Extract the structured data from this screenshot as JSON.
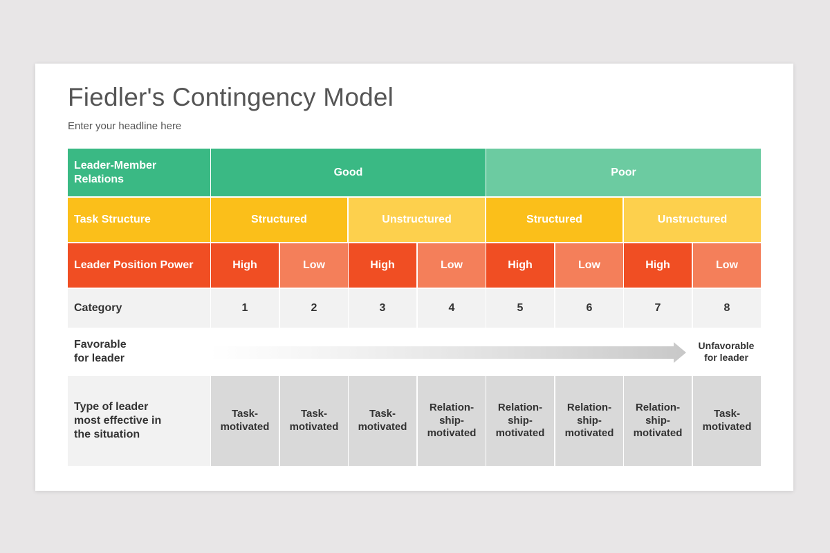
{
  "title": "Fiedler's Contingency Model",
  "subtitle": "Enter your headline here",
  "rows": {
    "relations": {
      "label": "Leader-Member Relations",
      "good": "Good",
      "poor": "Poor"
    },
    "task": {
      "label": "Task Structure",
      "values": [
        "Structured",
        "Unstructured",
        "Structured",
        "Unstructured"
      ]
    },
    "power": {
      "label": "Leader Position Power",
      "values": [
        "High",
        "Low",
        "High",
        "Low",
        "High",
        "Low",
        "High",
        "Low"
      ]
    },
    "category": {
      "label": "Category",
      "values": [
        "1",
        "2",
        "3",
        "4",
        "5",
        "6",
        "7",
        "8"
      ]
    },
    "favorability": {
      "favorable": "Favorable for leader",
      "unfavorable": "Unfavorable for leader"
    },
    "leader_type": {
      "label": "Type of leader most effective in the situation",
      "values": [
        "Task-motivated",
        "Task-motivated",
        "Task-motivated",
        "Relation-ship-motivated",
        "Relation-ship-motivated",
        "Relation-ship-motivated",
        "Relation-ship-motivated",
        "Task-motivated"
      ]
    }
  },
  "colors": {
    "good": "#3ab984",
    "poor": "#6ccba1",
    "structured": "#fbbf1a",
    "unstructured": "#fdd04d",
    "high": "#f04e23",
    "low": "#f47f5a",
    "category_bg": "#f2f2f2",
    "leader_type_bg": "#d9d9d9"
  }
}
